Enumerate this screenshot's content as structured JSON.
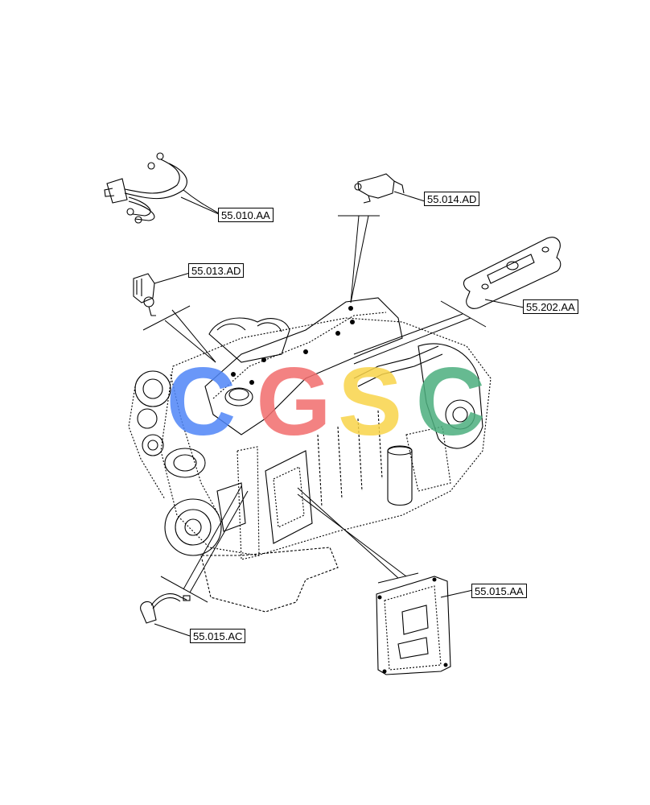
{
  "labels": {
    "injector_harness": "55.010.AA",
    "boost_sensor": "55.014.AD",
    "pressure_sensor": "55.013.AD",
    "gasket": "55.202.AA",
    "ecu": "55.015.AA",
    "speed_sensor": "55.015.AC"
  },
  "watermark": {
    "letters": [
      "C",
      "G",
      "S",
      "C"
    ],
    "colors": [
      "#4f86f7",
      "#f26d6d",
      "#f9d44a",
      "#4caf7e"
    ]
  }
}
